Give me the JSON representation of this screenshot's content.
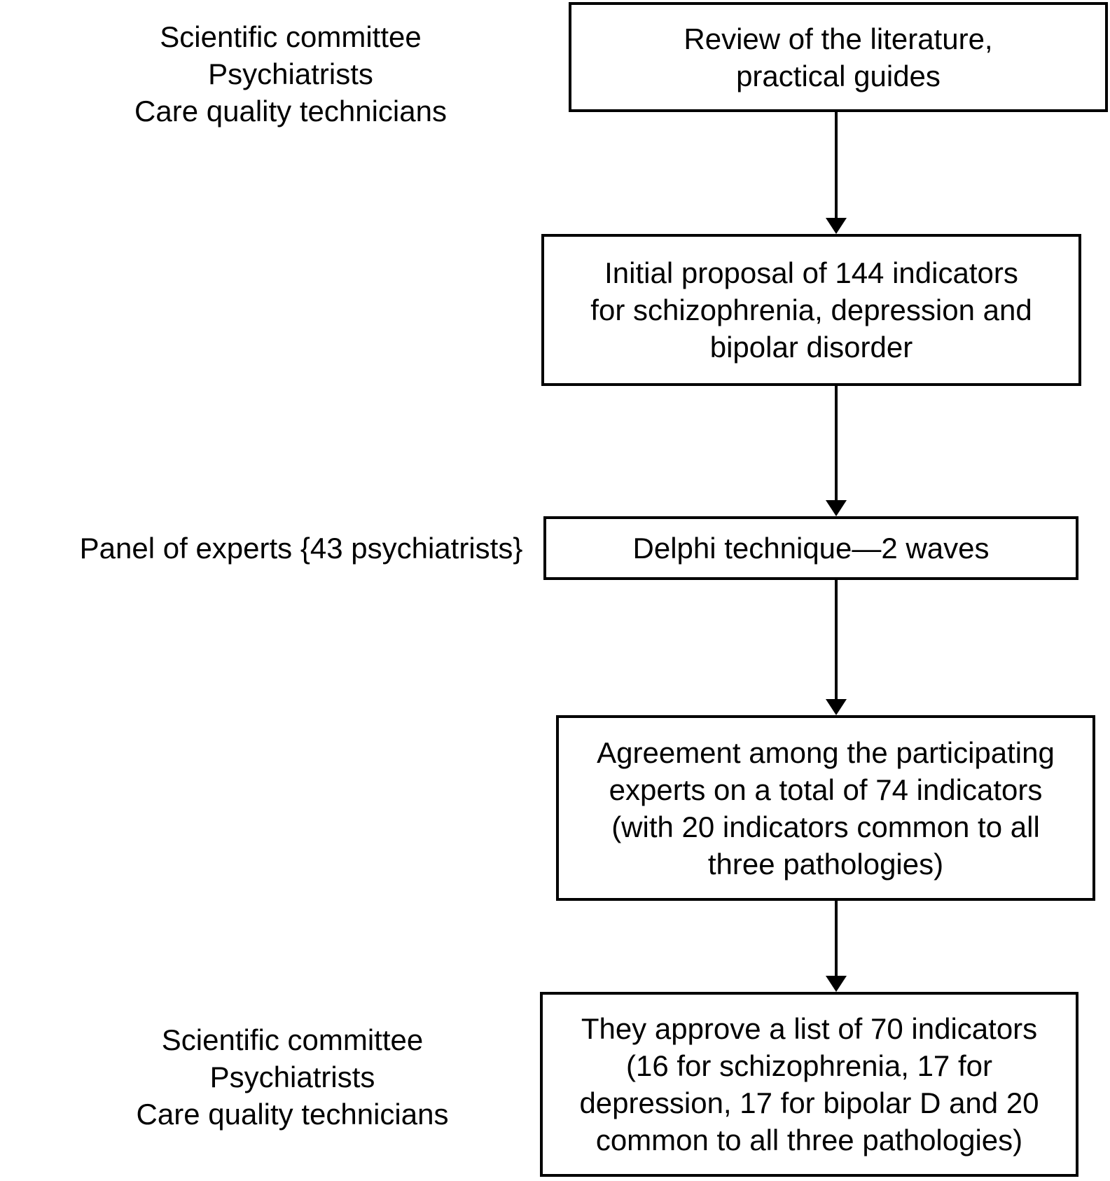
{
  "diagram": {
    "type": "flowchart",
    "colors": {
      "background": "#ffffff",
      "line": "#000000",
      "text": "#000000"
    },
    "labels": {
      "top_left": {
        "lines": [
          "Scientific committee",
          "Psychiatrists",
          "Care quality technicians"
        ]
      },
      "middle_left": {
        "text": "Panel of experts  {43 psychiatrists}"
      },
      "bottom_left": {
        "lines": [
          "Scientific committee",
          "Psychiatrists",
          "Care quality technicians"
        ]
      }
    },
    "boxes": {
      "review": {
        "lines": [
          "Review of the literature,",
          "practical guides"
        ]
      },
      "initial_proposal": {
        "lines": [
          "Initial proposal of 144 indicators",
          "for schizophrenia, depression and",
          "bipolar disorder"
        ]
      },
      "delphi": {
        "lines": [
          "Delphi technique—2 waves"
        ]
      },
      "agreement": {
        "lines": [
          "Agreement among the participating",
          "experts on a total of 74 indicators",
          "(with 20 indicators common to all",
          "three pathologies)"
        ]
      },
      "approval": {
        "lines": [
          "They approve a list of 70 indicators",
          "(16 for schizophrenia, 17 for",
          "depression, 17 for bipolar D and 20",
          "common to all three pathologies)"
        ]
      }
    }
  }
}
